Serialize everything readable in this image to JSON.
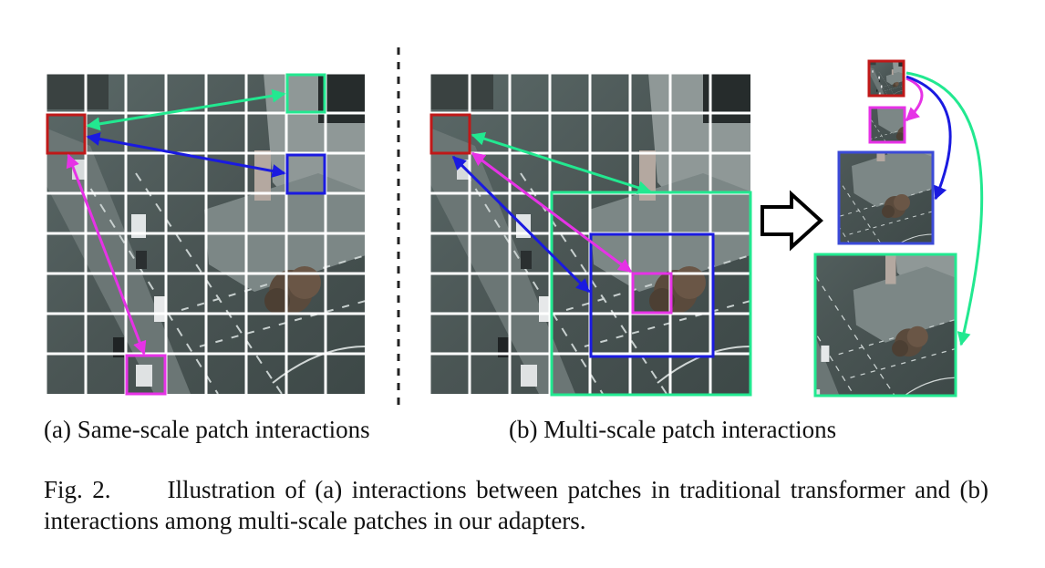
{
  "subcaptions": {
    "a": "(a) Same-scale patch interactions",
    "b": "(b) Multi-scale patch interactions"
  },
  "caption": {
    "label": "Fig. 2.",
    "text": "Illustration of (a) interactions between patches in traditional transformer and (b) interactions among multi-scale patches in our adapters."
  },
  "colors": {
    "red": "#c01818",
    "green": "#22e890",
    "blue": "#1a1ae0",
    "magenta": "#e632e6",
    "grid": "#ffffff",
    "divider": "#222222"
  },
  "icons": [
    "double-arrow-right-icon"
  ]
}
